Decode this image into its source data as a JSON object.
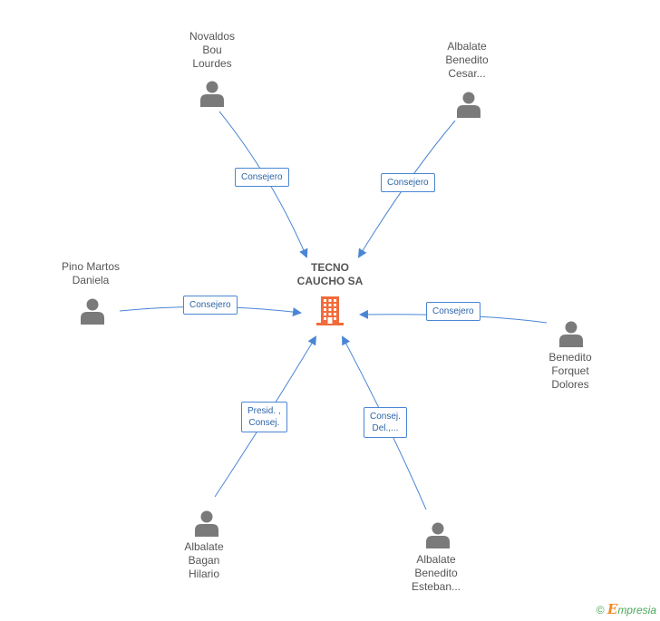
{
  "center": {
    "name_lines": [
      "TECNO",
      "CAUCHO SA"
    ],
    "icon": "building-icon",
    "color": "#f26b3a"
  },
  "people": [
    {
      "name_lines": [
        "Novaldos",
        "Bou",
        "Lourdes"
      ],
      "role_lines": [
        "Consejero"
      ]
    },
    {
      "name_lines": [
        "Albalate",
        "Benedito",
        "Cesar..."
      ],
      "role_lines": [
        "Consejero"
      ]
    },
    {
      "name_lines": [
        "Pino Martos",
        "Daniela"
      ],
      "role_lines": [
        "Consejero"
      ]
    },
    {
      "name_lines": [
        "Benedito",
        "Forquet",
        "Dolores"
      ],
      "role_lines": [
        "Consejero"
      ]
    },
    {
      "name_lines": [
        "Albalate",
        "Bagan",
        "Hilario"
      ],
      "role_lines": [
        "Presid. ,",
        "Consej."
      ]
    },
    {
      "name_lines": [
        "Albalate",
        "Benedito",
        "Esteban..."
      ],
      "role_lines": [
        "Consej.",
        "Del.,..."
      ]
    }
  ],
  "colors": {
    "edge": "#4a86d4",
    "person": "#7a7a7a",
    "text": "#555555"
  },
  "footer": {
    "copyright": "©",
    "brand_initial": "E",
    "brand_rest": "mpresia"
  }
}
